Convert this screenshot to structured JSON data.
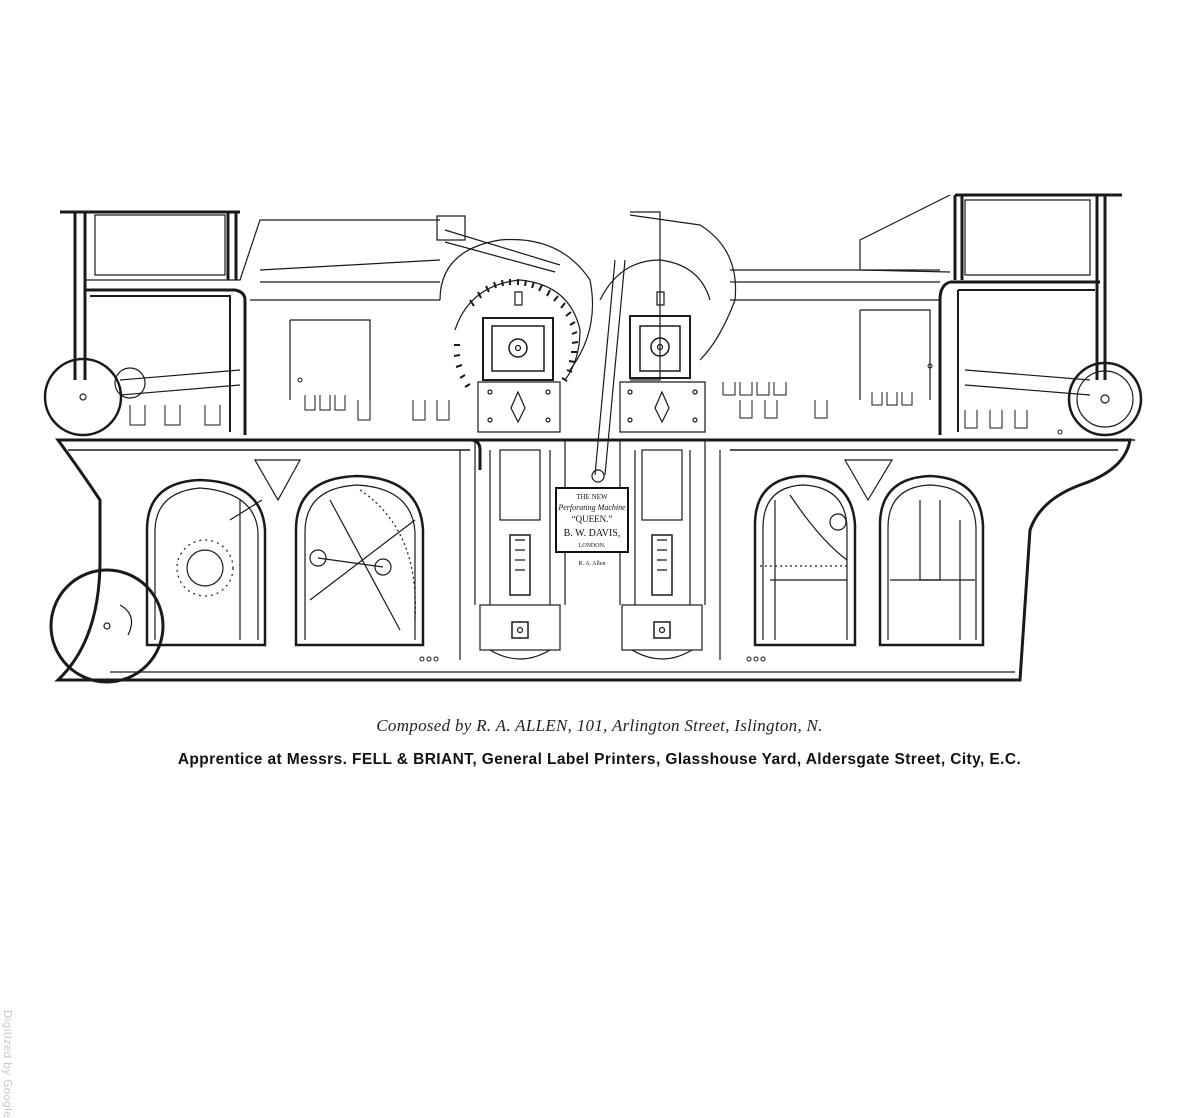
{
  "plate": {
    "line1": "THE NEW",
    "line2": "Perforating Machine",
    "line3": "“QUEEN.”",
    "line4": "B. W. DAVIS,",
    "line5": "LONDON.",
    "credit": "R. A. Allen"
  },
  "captions": {
    "composed": "Composed by R. A. ALLEN, 101, Arlington Street, Islington, N.",
    "apprentice": "Apprentice at Messrs. FELL & BRIANT, General Label Printers, Glasshouse Yard, Aldersgate Street, City, E.C."
  },
  "watermark": "Digitized by Google"
}
